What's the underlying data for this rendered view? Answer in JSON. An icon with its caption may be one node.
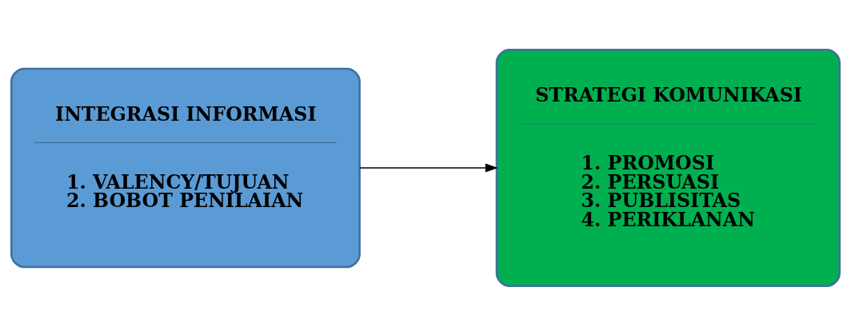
{
  "diagram": {
    "nodes": [
      {
        "text": [
          "INTEGRASI INFORMASI",
          "1. VALENCY/TUJUAN",
          "2. BOBOT PENILAIAN"
        ]
      },
      {
        "text": [
          "STRATEGI KOMUNIKASI",
          "1. PROMOSI",
          "2. PERSUASI",
          "3. PUBLISITAS",
          "4. PERIKLANAN"
        ]
      }
    ],
    "edges": [
      {
        "from": 0,
        "to": 1,
        "arrow": "to"
      }
    ]
  }
}
